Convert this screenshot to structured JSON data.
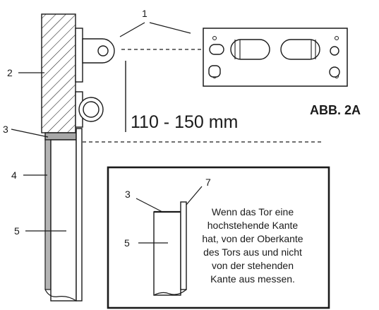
{
  "callouts": {
    "c1": "1",
    "c2": "2",
    "c3": "3",
    "c4": "4",
    "c5": "5"
  },
  "measurement": "110 - 150 mm",
  "figure_label": "ABB. 2A",
  "inset": {
    "c3": "3",
    "c5": "5",
    "c7": "7",
    "note_lines": [
      "Wenn das Tor eine",
      "hochstehende Kante",
      "hat, von der Oberkante",
      "des Tors aus und nicht",
      "von der stehenden",
      "Kante aus messen."
    ]
  },
  "colors": {
    "line": "#1a1a1a",
    "gate_fill": "#b4b4b4",
    "hatch_fill": "#ffffff"
  }
}
